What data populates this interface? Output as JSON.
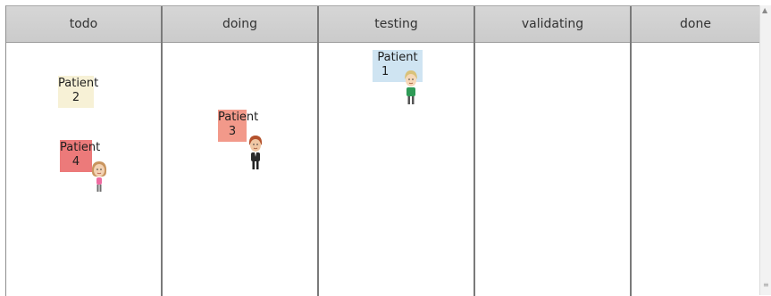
{
  "board": {
    "columns": [
      {
        "id": "todo",
        "title": "todo"
      },
      {
        "id": "doing",
        "title": "doing"
      },
      {
        "id": "testing",
        "title": "testing"
      },
      {
        "id": "validating",
        "title": "validating"
      },
      {
        "id": "done",
        "title": "done"
      }
    ],
    "cards": [
      {
        "column": "todo",
        "line1": "Patient",
        "line2": "2",
        "color": "#f7f1d6",
        "avatar": "none"
      },
      {
        "column": "todo",
        "line1": "Patient",
        "line2": "4",
        "color": "#ec7a7a",
        "avatar": "female-pink-avatar-icon"
      },
      {
        "column": "doing",
        "line1": "Patient",
        "line2": "3",
        "color": "#f2998a",
        "avatar": "male-suit-avatar-icon"
      },
      {
        "column": "testing",
        "line1": "Patient",
        "line2": "1",
        "color": "#cfe4f2",
        "avatar": "male-green-avatar-icon"
      }
    ]
  },
  "scrollbar": {
    "up_arrow": "▲",
    "grip": "≡"
  }
}
